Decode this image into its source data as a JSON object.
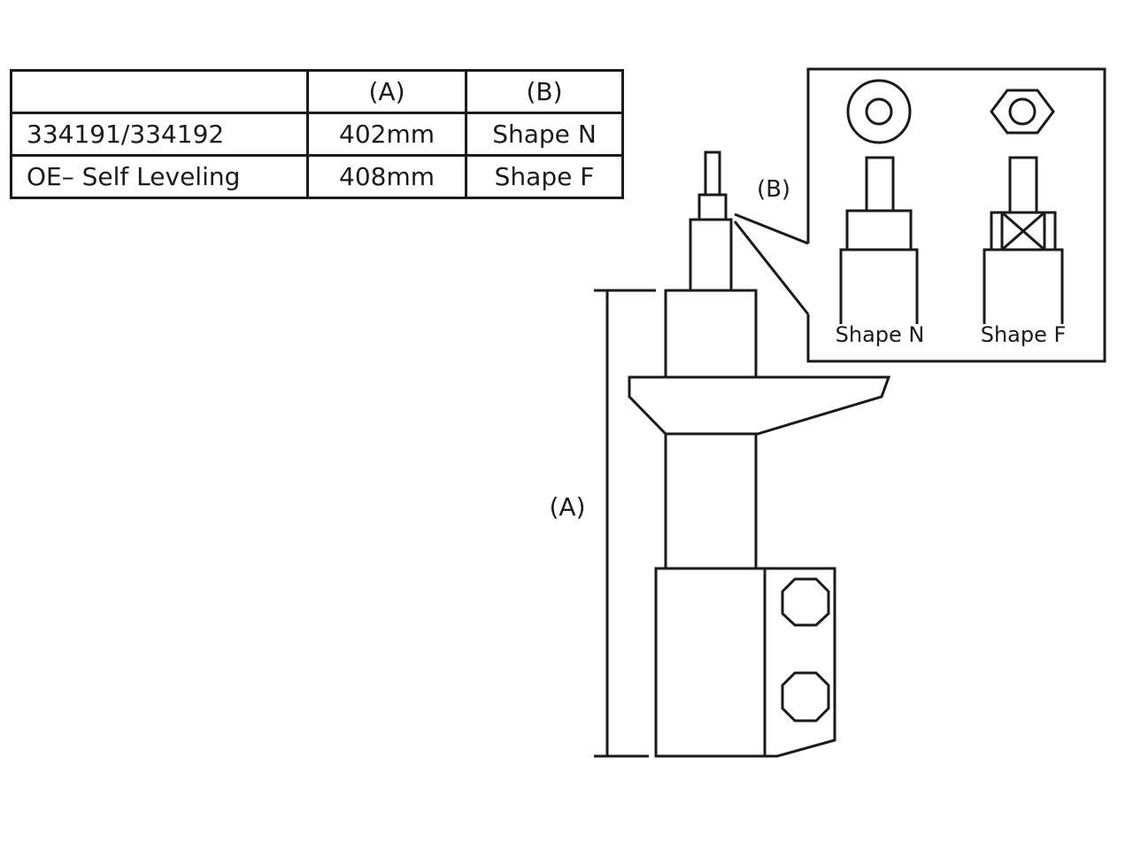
{
  "table": {
    "headers": [
      "",
      "(A)",
      "(B)"
    ],
    "rows": [
      [
        "334191/334192",
        "402mm",
        "Shape N"
      ],
      [
        "OE– Self Leveling",
        "408mm",
        "Shape F"
      ]
    ]
  },
  "diagram": {
    "label_b": "(B)",
    "label_a": "(A)",
    "shape_n_label": "Shape N",
    "shape_f_label": "Shape F"
  },
  "colors": {
    "line": "#1a1a1a",
    "background": "#ffffff"
  }
}
